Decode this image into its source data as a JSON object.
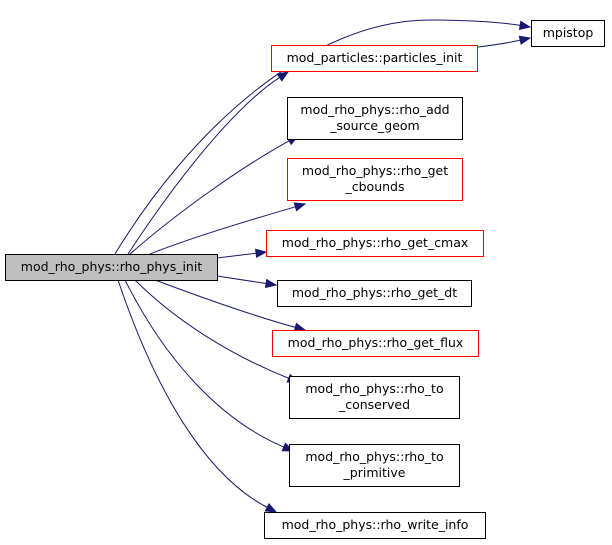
{
  "colors": {
    "edge": "#191970",
    "border_normal": "#000000",
    "border_truncated": "#ff0000",
    "root_fill": "#bfbfbf",
    "node_fill": "#ffffff"
  },
  "nodes": [
    {
      "id": "root",
      "lines": [
        "mod_rho_phys::rho_phys_init"
      ],
      "style": "root"
    },
    {
      "id": "mpistop",
      "lines": [
        "mpistop"
      ],
      "style": "normal"
    },
    {
      "id": "particles_init",
      "lines": [
        "mod_particles::particles_init"
      ],
      "style": "truncated"
    },
    {
      "id": "rho_add_source_geom",
      "lines": [
        "mod_rho_phys::rho_add",
        "_source_geom"
      ],
      "style": "normal"
    },
    {
      "id": "rho_get_cbounds",
      "lines": [
        "mod_rho_phys::rho_get",
        "_cbounds"
      ],
      "style": "truncated"
    },
    {
      "id": "rho_get_cmax",
      "lines": [
        "mod_rho_phys::rho_get_cmax"
      ],
      "style": "truncated"
    },
    {
      "id": "rho_get_dt",
      "lines": [
        "mod_rho_phys::rho_get_dt"
      ],
      "style": "normal"
    },
    {
      "id": "rho_get_flux",
      "lines": [
        "mod_rho_phys::rho_get_flux"
      ],
      "style": "truncated"
    },
    {
      "id": "rho_to_conserved",
      "lines": [
        "mod_rho_phys::rho_to",
        "_conserved"
      ],
      "style": "normal"
    },
    {
      "id": "rho_to_primitive",
      "lines": [
        "mod_rho_phys::rho_to",
        "_primitive"
      ],
      "style": "normal"
    },
    {
      "id": "rho_write_info",
      "lines": [
        "mod_rho_phys::rho_write_info"
      ],
      "style": "normal"
    }
  ],
  "edges": [
    {
      "from": "root",
      "to": "mpistop"
    },
    {
      "from": "root",
      "to": "particles_init"
    },
    {
      "from": "particles_init",
      "to": "mpistop"
    },
    {
      "from": "root",
      "to": "rho_add_source_geom"
    },
    {
      "from": "root",
      "to": "rho_get_cbounds"
    },
    {
      "from": "root",
      "to": "rho_get_cmax"
    },
    {
      "from": "root",
      "to": "rho_get_dt"
    },
    {
      "from": "root",
      "to": "rho_get_flux"
    },
    {
      "from": "root",
      "to": "rho_to_conserved"
    },
    {
      "from": "root",
      "to": "rho_to_primitive"
    },
    {
      "from": "root",
      "to": "rho_write_info"
    }
  ]
}
